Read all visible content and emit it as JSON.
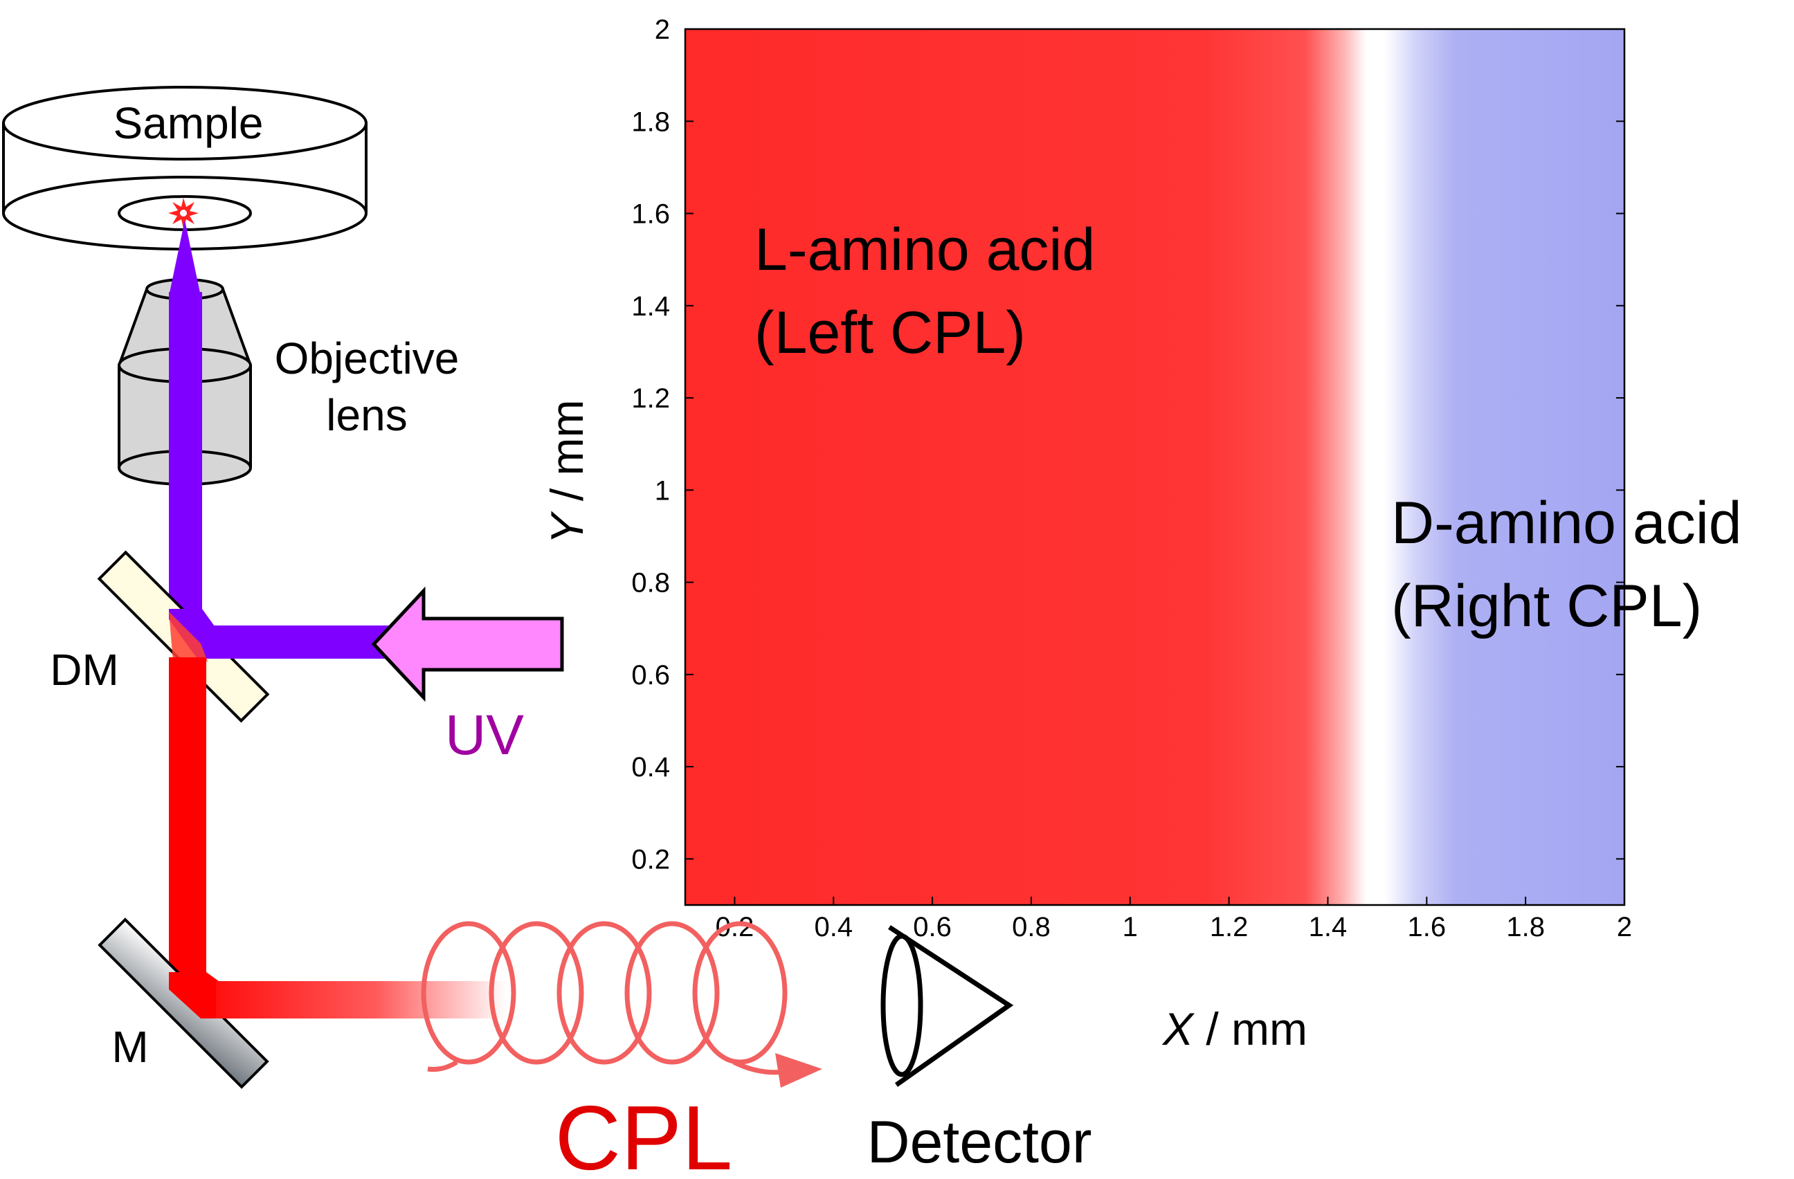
{
  "setup": {
    "sample_label": "Sample",
    "objective_label_line1": "Objective",
    "objective_label_line2": "lens",
    "dm_label": "DM",
    "m_label": "M",
    "uv_label": "UV",
    "cpl_label": "CPL",
    "detector_label": "Detector",
    "colors": {
      "uv_beam": "#8000ff",
      "uv_arrow": "#ff88ff",
      "uv_text": "#a000a0",
      "cpl_beam": "#ff0000",
      "cpl_text": "#e00000",
      "helix": "#f26060"
    }
  },
  "chart_data": {
    "type": "heatmap",
    "xlabel_var": "X",
    "xlabel_unit": " / mm",
    "ylabel_var": "Y",
    "ylabel_unit": " / mm",
    "xlim": [
      0.1,
      2
    ],
    "ylim": [
      0.1,
      2
    ],
    "x_ticks": [
      "0.2",
      "0.4",
      "0.6",
      "0.8",
      "1",
      "1.2",
      "1.4",
      "1.6",
      "1.8",
      "2"
    ],
    "y_ticks": [
      "0.2",
      "0.4",
      "0.6",
      "0.8",
      "1",
      "1.2",
      "1.4",
      "1.6",
      "1.8",
      "2"
    ],
    "boundary_x": 1.45,
    "colors": {
      "left_region": "#ff3333",
      "boundary": "#ffffff",
      "right_region": "#a8aaf4"
    },
    "annotations": {
      "left_line1": "L-amino acid",
      "left_line2": "(Left CPL)",
      "right_line1": "D-amino acid",
      "right_line2": "(Right CPL)"
    }
  }
}
